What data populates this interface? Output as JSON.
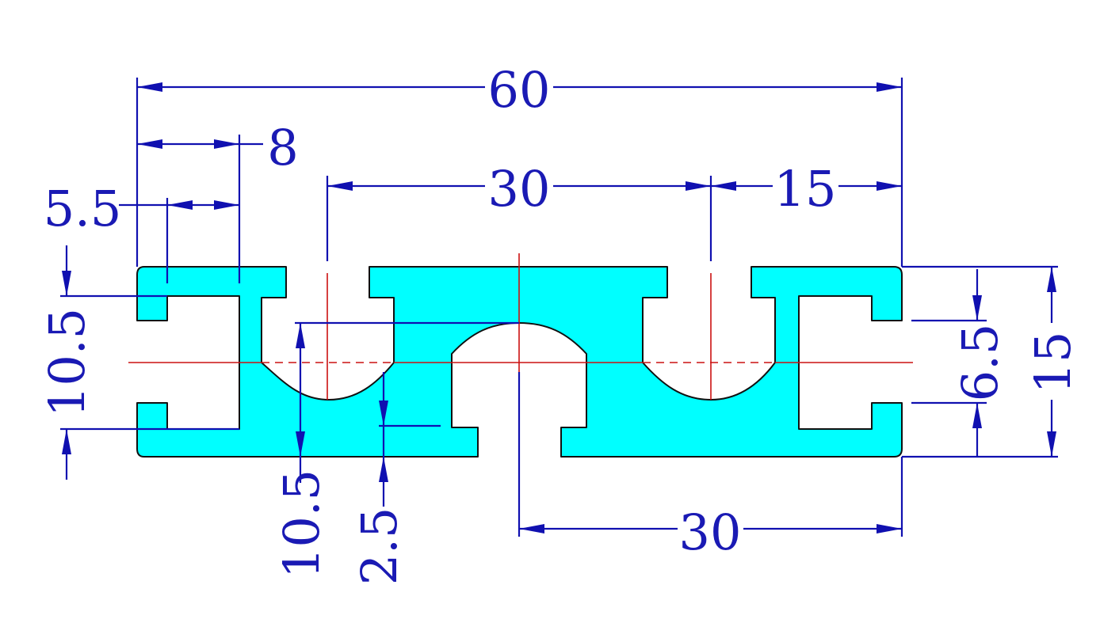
{
  "dimensions": {
    "overall_width": "60",
    "slot_opening": "8",
    "slot_inner": "5.5",
    "center_spacing": "30",
    "edge_to_slot": "15",
    "left_height": "10.5",
    "slot_depth": "6.5",
    "overall_height": "15",
    "bore_height": "10.5",
    "lip_thickness": "2.5",
    "bottom_offset": "30"
  },
  "colors": {
    "profile_fill": "#00ffff",
    "dimension_lines": "#1010b0",
    "center_lines": "#cc1111"
  }
}
